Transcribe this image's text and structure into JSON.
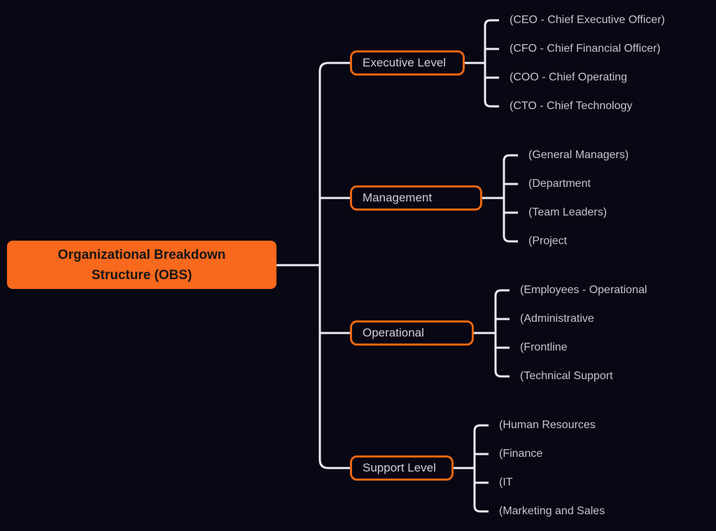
{
  "colors": {
    "background": "#080714",
    "accent_orange_fill": "#F8681D",
    "accent_orange_border": "#ED660F",
    "connector_line": "#ECECF2",
    "root_text": "#161616",
    "branch_text": "#CFCED6",
    "leaf_text": "#C6C5CC"
  },
  "mindmap": {
    "root": {
      "label": "Organizational Breakdown Structure (OBS)"
    },
    "branches": [
      {
        "label": "Executive Level",
        "leaves": [
          "(CEO - Chief Executive Officer)",
          "(CFO - Chief Financial Officer)",
          "(COO - Chief Operating",
          "(CTO - Chief Technology"
        ]
      },
      {
        "label": "Management",
        "leaves": [
          "(General Managers)",
          "(Department",
          "(Team Leaders)",
          "(Project"
        ]
      },
      {
        "label": "Operational",
        "leaves": [
          "(Employees - Operational",
          "(Administrative",
          "(Frontline",
          "(Technical Support"
        ]
      },
      {
        "label": "Support Level",
        "leaves": [
          "(Human Resources",
          "(Finance",
          "(IT",
          "(Marketing and Sales"
        ]
      }
    ]
  }
}
